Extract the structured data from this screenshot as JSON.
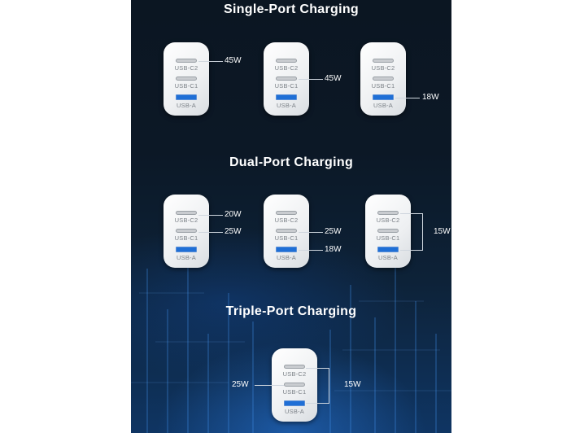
{
  "sections": {
    "single": {
      "title": "Single-Port Charging"
    },
    "dual": {
      "title": "Dual-Port Charging"
    },
    "triple": {
      "title": "Triple-Port Charging"
    }
  },
  "ports": {
    "c2": "USB-C2",
    "c1": "USB-C1",
    "a": "USB-A"
  },
  "single": {
    "s1_c2": "45W",
    "s2_c1": "45W",
    "s3_a": "18W"
  },
  "dual": {
    "d1_c2": "20W",
    "d1_c1": "25W",
    "d2_c1": "25W",
    "d2_a": "18W",
    "d3_c2_c1": "15W"
  },
  "triple": {
    "t1_c1": "25W",
    "t1_c2_a": "15W"
  },
  "colors": {
    "accent_blue": "#1f6fd6",
    "background": "#0c1826",
    "charger_body": "#ffffff"
  }
}
